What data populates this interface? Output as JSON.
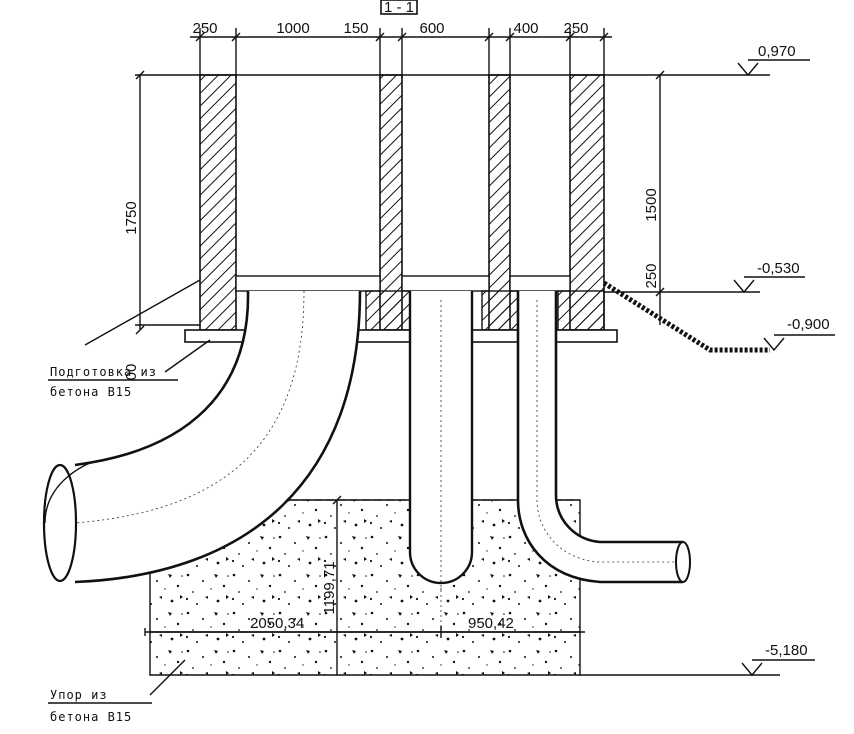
{
  "title": "1 - 1",
  "top_dimensions": [
    "250",
    "1000",
    "150",
    "600",
    "400",
    "250"
  ],
  "height_dimensions": {
    "left_total": "1750",
    "right_upper": "1500",
    "right_lower": "250",
    "bottom_left_partial": "00"
  },
  "levels": [
    "0,970",
    "-0,530",
    "-0,900",
    "-5,180"
  ],
  "block_dimensions": {
    "vertical": "1199,71",
    "left_width": "2050,34",
    "right_width": "950,42"
  },
  "notes": {
    "preparation_line1": "Подготовка из",
    "preparation_line2": "бетона В15",
    "stop_line1": "Упор из",
    "stop_line2": "бетона В15"
  }
}
